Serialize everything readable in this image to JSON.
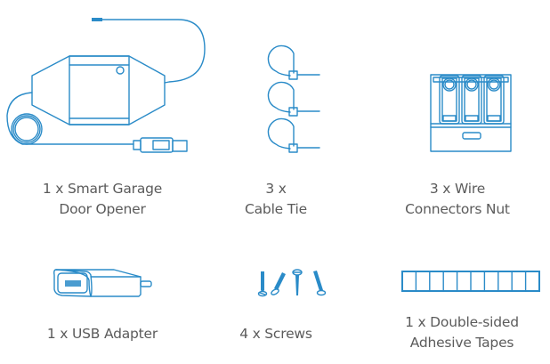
{
  "accent_color": "#2a8bc8",
  "text_color": "#5b5b5b",
  "items": [
    {
      "icon": "garage-door-opener-device-icon",
      "line1": "1 x Smart Garage",
      "line2": "Door Opener"
    },
    {
      "icon": "cable-tie-icon",
      "line1": "3 x",
      "line2": "Cable Tie"
    },
    {
      "icon": "wire-connector-nut-icon",
      "line1": "3 x Wire",
      "line2": "Connectors Nut"
    },
    {
      "icon": "usb-adapter-icon",
      "line1": "1 x USB Adapter",
      "line2": ""
    },
    {
      "icon": "screws-icon",
      "line1": "4 x Screws",
      "line2": ""
    },
    {
      "icon": "adhesive-tape-icon",
      "line1": "1 x Double-sided",
      "line2": "Adhesive Tapes"
    }
  ]
}
